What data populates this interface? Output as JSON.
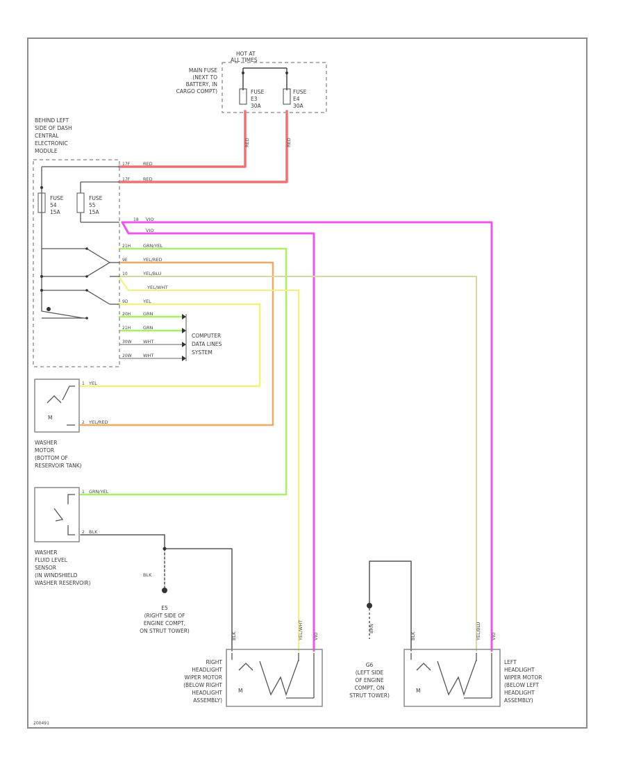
{
  "hot_at_all_times": [
    "HOT AT",
    "ALL TIMES"
  ],
  "main_fuse_box": [
    "MAIN FUSE",
    "(NEXT TO",
    "BATTERY, IN",
    "CARGO COMPT)"
  ],
  "main_fuse_1": [
    "FUSE",
    "E3",
    "30A"
  ],
  "main_fuse_2": [
    "FUSE",
    "E4",
    "30A"
  ],
  "cem_label": [
    "BEHIND LEFT",
    "SIDE OF DASH",
    "CENTRAL",
    "ELECTRONIC",
    "MODULE"
  ],
  "cem_fuse_1": [
    "FUSE",
    "54",
    "15A"
  ],
  "cem_fuse_2": [
    "FUSE",
    "55",
    "15A"
  ],
  "computer_data_lines": [
    "COMPUTER",
    "DATA LINES",
    "SYSTEM"
  ],
  "washer_motor": [
    "WASHER",
    "MOTOR",
    "(BOTTOM OF",
    "RESERVOIR TANK)"
  ],
  "fluid_sensor": [
    "WASHER",
    "FLUID LEVEL",
    "SENSOR",
    "(IN WINDSHIELD",
    "WASHER RESERVOIR)"
  ],
  "ground_e5": [
    "E5",
    "(RIGHT SIDE OF",
    "ENGINE COMPT,",
    "ON STRUT TOWER)"
  ],
  "ground_g6": [
    "G6",
    "(LEFT SIDE",
    "OF ENGINE",
    "COMPT, ON",
    "STRUT TOWER)"
  ],
  "right_motor": [
    "RIGHT",
    "HEADLIGHT",
    "WIPER MOTOR",
    "(BELOW RIGHT",
    "HEADLIGHT",
    "ASSEMBLY)"
  ],
  "left_motor": [
    "LEFT",
    "HEADLIGHT",
    "WIPER MOTOR",
    "(BELOW LEFT",
    "HEADLIGHT",
    "ASSEMBLY)"
  ],
  "blk_label": "BLK",
  "id_code": "200491",
  "wire_labels": {
    "red_v1": "RED",
    "red_v2": "RED",
    "red_h1": "RED",
    "red_h2": "RED",
    "vio_h": "VIO",
    "vio_h2": "VIO",
    "grnyel": "GRN/YEL",
    "yelred": "YEL/RED",
    "yelblu": "YEL/BLU",
    "yelwht": "YEL/WHT",
    "yel": "YEL",
    "grn1": "GRN",
    "grn2": "GRN",
    "wht1": "WHT",
    "wht2": "WHT",
    "wm_yel": "YEL",
    "wm_yelred": "YEL/RED",
    "fs_grnyel": "GRN/YEL",
    "fs_blk": "BLK",
    "rm_blk": "BLK",
    "rm_yelwht": "YEL/WHT",
    "rm_vio": "VIO",
    "lm_blk": "BLK",
    "lm_yelblu": "YEL/BLU",
    "lm_vio": "VIO",
    "g6_brn": "BRN"
  },
  "pins": {
    "p1": "17F",
    "p2": "17F",
    "p3": "18",
    "p4": "21H",
    "p5": "9E",
    "p6": "10",
    "p7": "9D",
    "p8": "20H",
    "p9": "21H",
    "p10": "30W",
    "p11": "20W",
    "wm1": "1",
    "wm2": "2",
    "fs1": "1",
    "fs2": "2"
  },
  "colors": {
    "red": "#f07070",
    "violet": "#ee55ee",
    "yellow": "#f2f27a",
    "orange": "#f2a860",
    "green": "#a8f060",
    "khaki": "#d8d8a0",
    "black_wire": "#555555"
  }
}
